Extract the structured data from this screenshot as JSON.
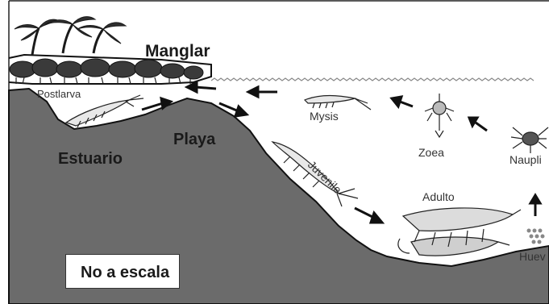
{
  "labels": {
    "manglar": "Manglar",
    "postlarva": "Postlarva",
    "estuario": "Estuario",
    "playa": "Playa",
    "mysis": "Mysis",
    "zoea": "Zoea",
    "nauplio": "Naupli",
    "juvenile": "Juvenile",
    "adulto": "Adulto",
    "huevo": "Huev"
  },
  "scale_note": "No a escala",
  "colors": {
    "seabed": "#6b6b6b",
    "outline": "#111111",
    "canopy": "#3a3a3a",
    "water_line": "#888888"
  },
  "icons": [
    "palm-tree-icon",
    "mangrove-bush-icon",
    "shrimp-icon",
    "arrow-icon",
    "egg-cluster-icon"
  ]
}
